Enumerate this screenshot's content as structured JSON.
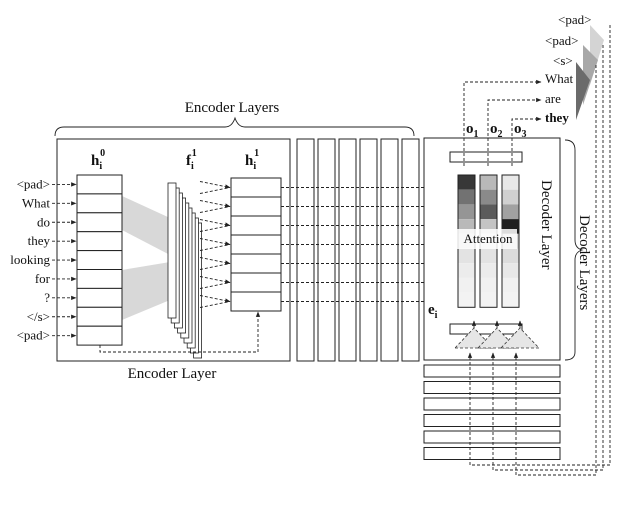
{
  "encoder_layers_label": "Encoder Layers",
  "encoder_layer_label": "Encoder Layer",
  "decoder_layer_label": "Decoder Layer",
  "decoder_layers_label": "Decoder Layers",
  "attention_label": "Attention",
  "labels": {
    "h0_base": "h",
    "h0_sub": "i",
    "h0_sup": "0",
    "f1_base": "f",
    "f1_sub": "i",
    "f1_sup": "1",
    "h1_base": "h",
    "h1_sub": "i",
    "h1_sup": "1",
    "e_base": "e",
    "e_sub": "i",
    "o1_base": "o",
    "o1_sub": "1",
    "o2_base": "o",
    "o2_sub": "2",
    "o3_base": "o",
    "o3_sub": "3"
  },
  "input_tokens": [
    "<pad>",
    "What",
    "do",
    "they",
    "looking",
    "for",
    "?",
    "</s>",
    "<pad>"
  ],
  "output_tokens": [
    "<pad>",
    "<pad>",
    "<s>",
    "What",
    "are",
    "they"
  ],
  "attention_columns": [
    [
      0.85,
      0.6,
      0.45,
      0.3,
      0.2,
      0.12,
      0.08,
      0.06,
      0.05
    ],
    [
      0.3,
      0.5,
      0.7,
      0.25,
      0.15,
      0.12,
      0.08,
      0.06,
      0.05
    ],
    [
      0.1,
      0.2,
      0.4,
      0.95,
      0.2,
      0.15,
      0.1,
      0.06,
      0.05
    ]
  ]
}
